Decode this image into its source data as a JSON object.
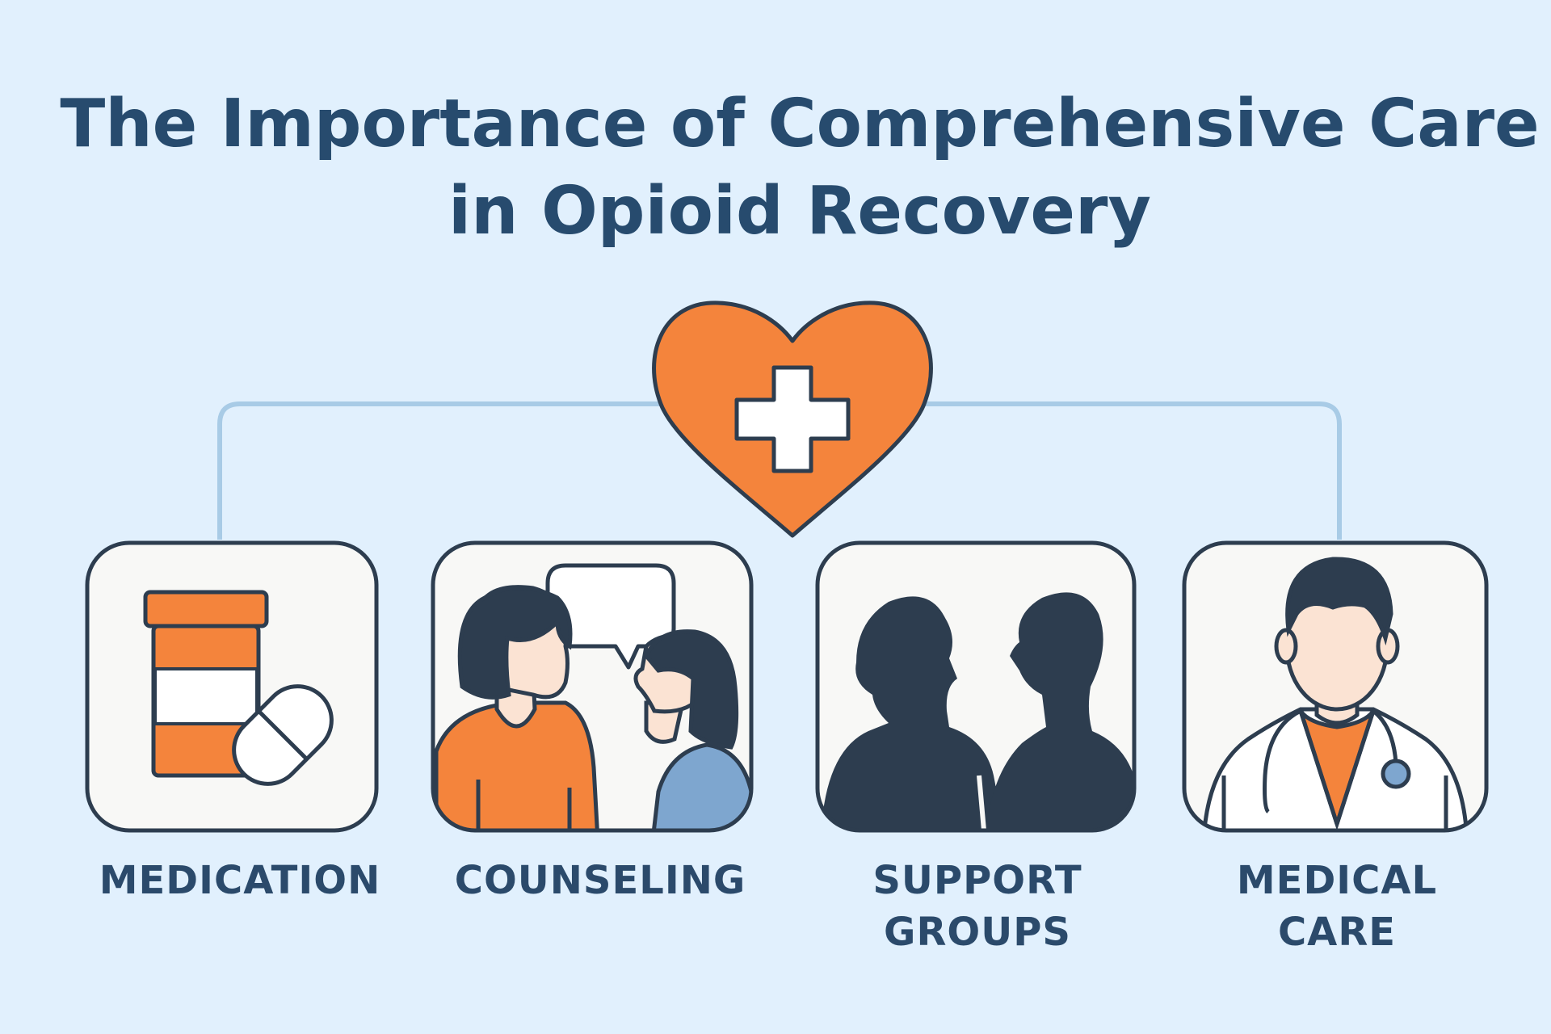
{
  "title": {
    "line1": "The Importance of Comprehensive Care",
    "line2": "in Opioid Recovery"
  },
  "colors": {
    "background": "#e1f0fd",
    "accent_orange": "#f4843c",
    "outline": "#2d3d4f",
    "connector": "#a8cbe6",
    "title": "#274b6e",
    "accent_blue": "#7ea6cf"
  },
  "center_icon": "heart-with-medical-cross-icon",
  "components": [
    {
      "icon": "medication-bottle-and-pill-icon",
      "label_lines": [
        "MEDICATION"
      ]
    },
    {
      "icon": "counseling-conversation-icon",
      "label_lines": [
        "COUNSELING"
      ]
    },
    {
      "icon": "support-groups-silhouettes-icon",
      "label_lines": [
        "SUPPORT",
        "GROUPS"
      ]
    },
    {
      "icon": "doctor-with-stethoscope-icon",
      "label_lines": [
        "MEDICAL",
        "CARE"
      ]
    }
  ]
}
